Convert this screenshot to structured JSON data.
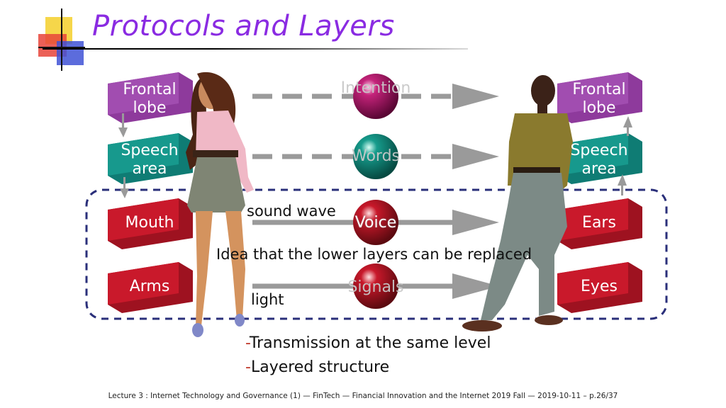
{
  "slide": {
    "title": "Protocols and Layers",
    "footer": "Lecture 3 : Internet Technology and Governance (1) — FinTech — Financial Innovation and the Internet 2019 Fall — 2019-10-11 – p.26/37"
  },
  "colors": {
    "title": "#8a2be2",
    "purple_box": "#8e3a9c",
    "teal_box": "#148f86",
    "red_box": "#c0182a",
    "dashed_frame": "#2a2f7a",
    "arrow_gray": "#9a9a9a"
  },
  "left_boxes": [
    {
      "label": "Frontal\nlobe",
      "color": "purple"
    },
    {
      "label": "Speech\narea",
      "color": "teal"
    },
    {
      "label": "Mouth",
      "color": "red"
    },
    {
      "label": "Arms",
      "color": "red"
    }
  ],
  "right_boxes": [
    {
      "label": "Frontal\nlobe",
      "color": "purple"
    },
    {
      "label": "Speech\narea",
      "color": "teal"
    },
    {
      "label": "Ears",
      "color": "red"
    },
    {
      "label": "Eyes",
      "color": "red"
    }
  ],
  "channels": [
    {
      "label": "Intention",
      "sphere": "magenta-sphere",
      "line": "dashed"
    },
    {
      "label": "Words",
      "sphere": "teal-sphere",
      "line": "dashed"
    },
    {
      "label": "Voice",
      "sphere": "red-sphere",
      "line": "solid"
    },
    {
      "label": "Signals",
      "sphere": "red-sphere",
      "line": "solid"
    }
  ],
  "annotations": {
    "sound_wave": "sound wave",
    "light": "light",
    "replace_note": "Idea that the lower layers can be replaced"
  },
  "bullets": [
    {
      "dash": "-",
      "text": "Transmission at the same level"
    },
    {
      "dash": "-",
      "text": "Layered structure"
    }
  ],
  "icons": [
    "woman-figure-icon",
    "man-figure-icon",
    "slide-logo-icon"
  ]
}
